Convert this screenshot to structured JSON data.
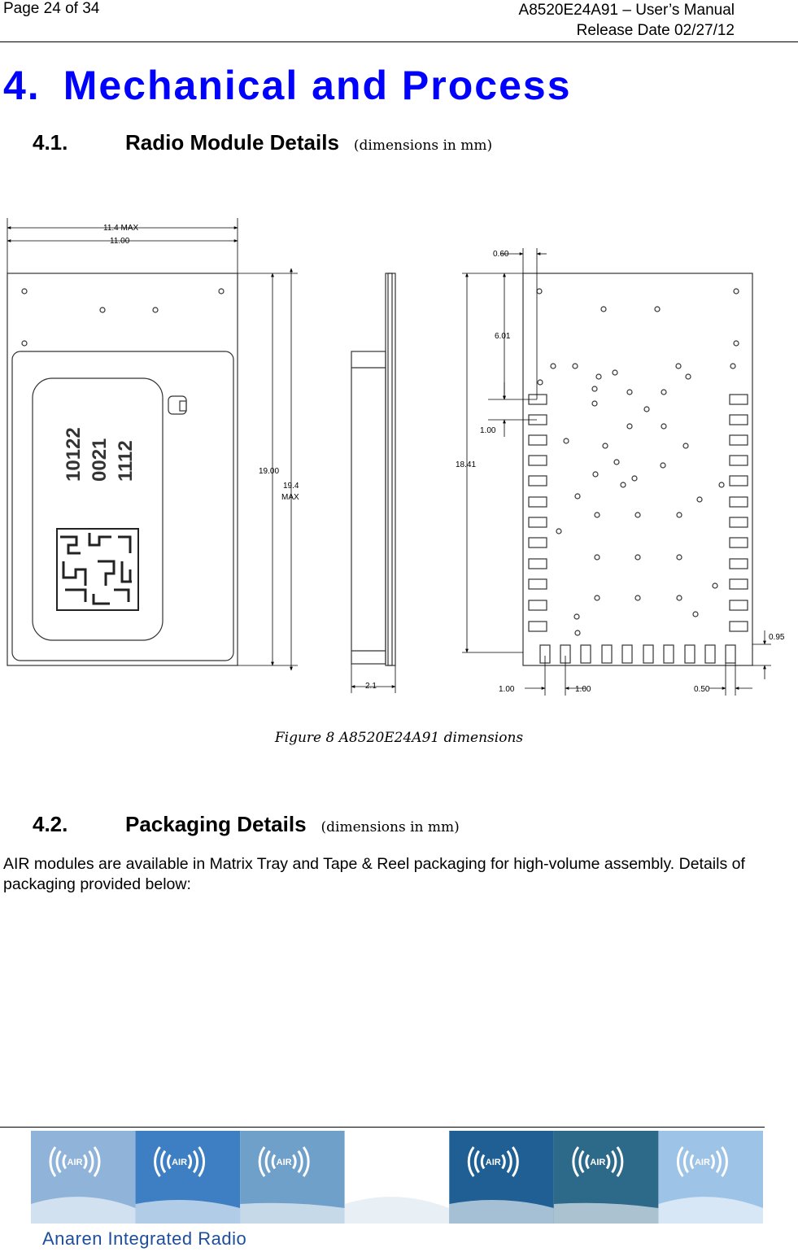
{
  "header": {
    "page": "Page 24 of 34",
    "doc_title": "A8520E24A91 – User’s Manual",
    "release": "Release Date 02/27/12"
  },
  "section": {
    "number": "4.",
    "title": "Mechanical and Process"
  },
  "sub1": {
    "number": "4.1.",
    "title": "Radio Module Details",
    "note": "(dimensions in mm)"
  },
  "figure": {
    "dims": {
      "max_width": "11.4 MAX",
      "width": "11.00",
      "height": "19.00",
      "max_height": "19.4",
      "max_height_suffix": "MAX",
      "thickness": "2.1",
      "offset_top": "0.60",
      "offset_first_pad": "6.01",
      "pad_pitch": "1.00",
      "total_height": "18.41",
      "pad_bottom": "0.95",
      "bottom_pitch_left": "1.00",
      "bottom_pitch_right": "1.00",
      "pad_width": "0.50"
    },
    "label_lines": [
      "10122",
      "0021",
      "1112"
    ]
  },
  "caption": "Figure 8 A8520E24A91 dimensions",
  "sub2": {
    "number": "4.2.",
    "title": "Packaging Details",
    "note": "(dimensions in mm)"
  },
  "body_text": "AIR modules are available in Matrix Tray and Tape & Reel packaging for high-volume assembly.  Details of packaging provided below:",
  "footer": {
    "brand": "Anaren Integrated Radio",
    "logo_text": "AIR",
    "tile_colors": [
      "#8fb3d9",
      "#3d7fc2",
      "#6fa0c9",
      "#ffffff",
      "#1f5f93",
      "#2d6a8a",
      "#9dc3e6"
    ]
  }
}
